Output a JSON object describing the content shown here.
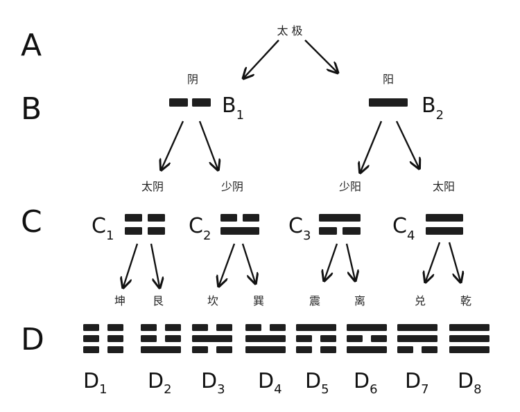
{
  "row_labels": {
    "a": "A",
    "b": "B",
    "c": "C",
    "d": "D"
  },
  "root": {
    "label": "太 极"
  },
  "level_b": [
    {
      "caption": "阴",
      "name": "B",
      "sub": "1",
      "lines": [
        0
      ]
    },
    {
      "caption": "阳",
      "name": "B",
      "sub": "2",
      "lines": [
        1
      ]
    }
  ],
  "level_c": [
    {
      "caption": "太阴",
      "name": "C",
      "sub": "1",
      "lines": [
        0,
        0
      ]
    },
    {
      "caption": "少阴",
      "name": "C",
      "sub": "2",
      "lines": [
        1,
        0
      ]
    },
    {
      "caption": "少阳",
      "name": "C",
      "sub": "3",
      "lines": [
        0,
        1
      ]
    },
    {
      "caption": "太阳",
      "name": "C",
      "sub": "4",
      "lines": [
        1,
        1
      ]
    }
  ],
  "level_d": [
    {
      "caption": "坤",
      "name": "D",
      "sub": "1",
      "lines": [
        0,
        0,
        0
      ]
    },
    {
      "caption": "艮",
      "name": "D",
      "sub": "2",
      "lines": [
        1,
        0,
        0
      ]
    },
    {
      "caption": "坎",
      "name": "D",
      "sub": "3",
      "lines": [
        0,
        1,
        0
      ]
    },
    {
      "caption": "巽",
      "name": "D",
      "sub": "4",
      "lines": [
        1,
        1,
        0
      ]
    },
    {
      "caption": "震",
      "name": "D",
      "sub": "5",
      "lines": [
        0,
        0,
        1
      ]
    },
    {
      "caption": "离",
      "name": "D",
      "sub": "6",
      "lines": [
        1,
        0,
        1
      ]
    },
    {
      "caption": "兑",
      "name": "D",
      "sub": "7",
      "lines": [
        0,
        1,
        1
      ]
    },
    {
      "caption": "乾",
      "name": "D",
      "sub": "8",
      "lines": [
        1,
        1,
        1
      ]
    }
  ]
}
